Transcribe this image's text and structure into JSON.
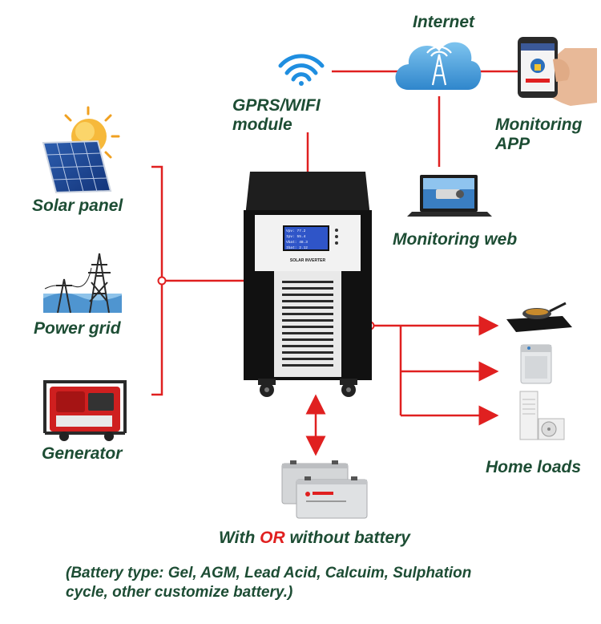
{
  "labels": {
    "internet": "Internet",
    "gprs": "GPRS/WIFI",
    "module": "module",
    "monitoring_app_1": "Monitoring",
    "monitoring_app_2": "APP",
    "monitoring_web": "Monitoring web",
    "solar_panel": "Solar panel",
    "power_grid": "Power grid",
    "generator": "Generator",
    "home_loads": "Home loads",
    "inverter_label": "SOLAR INVERTER"
  },
  "battery": {
    "prefix": "With ",
    "or": "OR",
    "suffix": " without battery",
    "note_line1": "(Battery type: Gel, AGM, Lead Acid, Calcuim, Sulphation",
    "note_line2": "cycle, other customize battery.)"
  },
  "display_lines": [
    "Vpv:   77.2",
    "Ipv:   55.4",
    "Vbat:  48.3",
    "Ibat:  2.12"
  ],
  "colors": {
    "line": "#e02020",
    "text": "#1d4d34",
    "cloud": "#4aa3e0"
  }
}
